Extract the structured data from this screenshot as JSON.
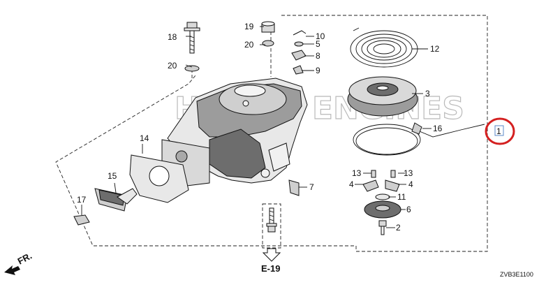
{
  "diagram": {
    "parts": [
      {
        "ref": "1"
      },
      {
        "ref": "2"
      },
      {
        "ref": "3"
      },
      {
        "ref": "4"
      },
      {
        "ref": "4"
      },
      {
        "ref": "5"
      },
      {
        "ref": "6"
      },
      {
        "ref": "7"
      },
      {
        "ref": "8"
      },
      {
        "ref": "9"
      },
      {
        "ref": "10"
      },
      {
        "ref": "11"
      },
      {
        "ref": "12"
      },
      {
        "ref": "13"
      },
      {
        "ref": "13"
      },
      {
        "ref": "14"
      },
      {
        "ref": "15"
      },
      {
        "ref": "16"
      },
      {
        "ref": "17"
      },
      {
        "ref": "18"
      },
      {
        "ref": "19"
      },
      {
        "ref": "20"
      },
      {
        "ref": "20"
      }
    ],
    "reference_label": "E-19",
    "direction_label": "FR.",
    "drawing_code": "ZVB3E1100",
    "watermark": "HONDA ENGINES",
    "highlight": {
      "ref": "1",
      "color": "#d42020"
    },
    "colors": {
      "line": "#111111",
      "part_fill": "#e8e8e8",
      "shadow": "#9c9c9c",
      "watermark": "#b9b9b9"
    }
  }
}
